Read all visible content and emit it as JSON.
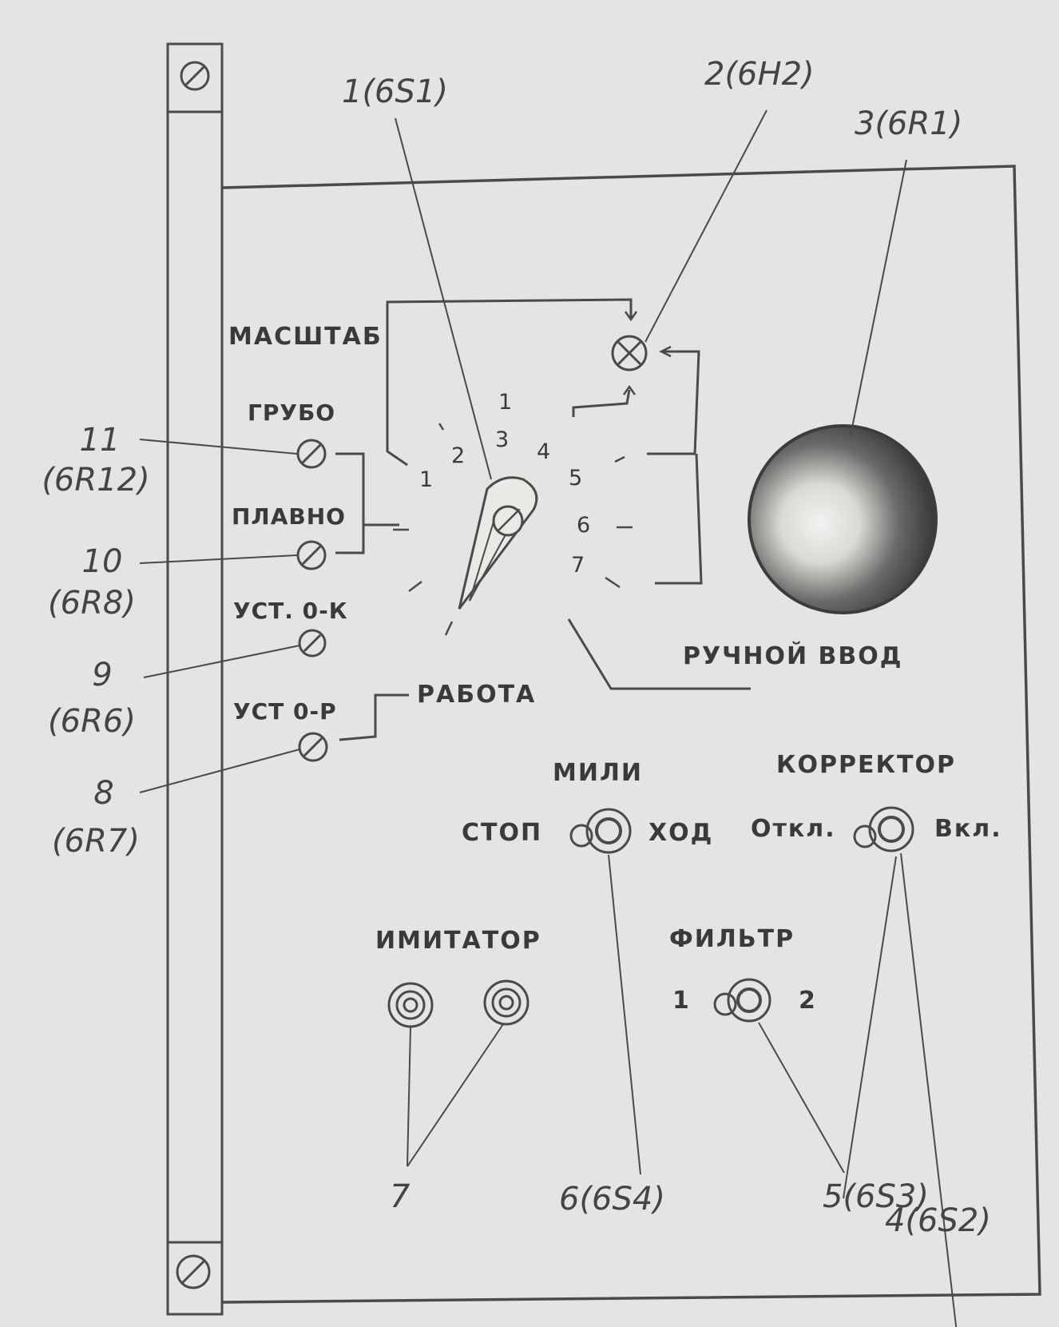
{
  "panel": {
    "scale_label": "МАСШТАБ",
    "coarse_label": "ГРУБО",
    "fine_label": "ПЛАВНО",
    "zero_k_label": "УСТ. 0-К",
    "zero_r_label": "УСТ 0-Р",
    "work_label": "РАБОТА",
    "manual_input_label": "РУЧНОЙ ВВОД",
    "switch_positions": [
      "1",
      "2",
      "1",
      "3",
      "4",
      "5",
      "6",
      "7"
    ],
    "miles_label": "МИЛИ",
    "stop_label": "СТОП",
    "run_label": "ХОД",
    "corrector_label": "КОРРЕКТОР",
    "off_label": "Откл.",
    "on_label": "Вкл.",
    "imitator_label": "ИМИТАТОР",
    "filter_label": "ФИЛЬТР",
    "filter_1": "1",
    "filter_2": "2"
  },
  "callouts": {
    "c1": "1(6S1)",
    "c2": "2(6H2)",
    "c3": "3(6R1)",
    "c4": "4(6S2)",
    "c5": "5(6S3)",
    "c6": "6(6S4)",
    "c7": "7",
    "c8a": "8",
    "c8b": "(6R7)",
    "c9a": "9",
    "c9b": "(6R6)",
    "c10a": "10",
    "c10b": "(6R8)",
    "c11a": "11",
    "c11b": "(6R12)"
  }
}
